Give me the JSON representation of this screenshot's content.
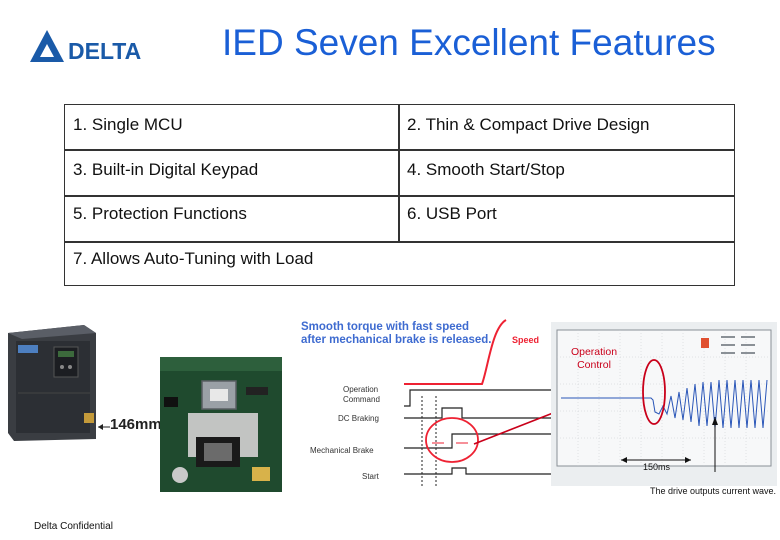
{
  "header": {
    "logo_text": "DELTA",
    "title": "IED Seven Excellent Features"
  },
  "features": [
    "1. Single MCU",
    "2. Thin & Compact Drive Design",
    "3. Built-in Digital Keypad",
    "4. Smooth Start/Stop",
    "5. Protection Functions",
    "6. USB Port",
    "7. Allows Auto-Tuning with Load"
  ],
  "drive_image": {
    "dimension": "146mm"
  },
  "timing_chart": {
    "title_line1": "Smooth torque with fast speed",
    "title_line2": "after mechanical brake is released.",
    "speed_label": "Speed",
    "signals": [
      "Operation",
      "Command",
      "DC Braking",
      "Mechanical Brake",
      "Start"
    ]
  },
  "scope": {
    "annotation_line1": "Operation",
    "annotation_line2": "Control",
    "time_label": "150ms",
    "caption": "The drive outputs current wave."
  },
  "footer": {
    "confidential": "Delta Confidential"
  },
  "colors": {
    "title": "#1a5fd6",
    "logo": "#1a5aa8",
    "annotation": "#c9001a",
    "timing_title": "#3e6bd0"
  }
}
